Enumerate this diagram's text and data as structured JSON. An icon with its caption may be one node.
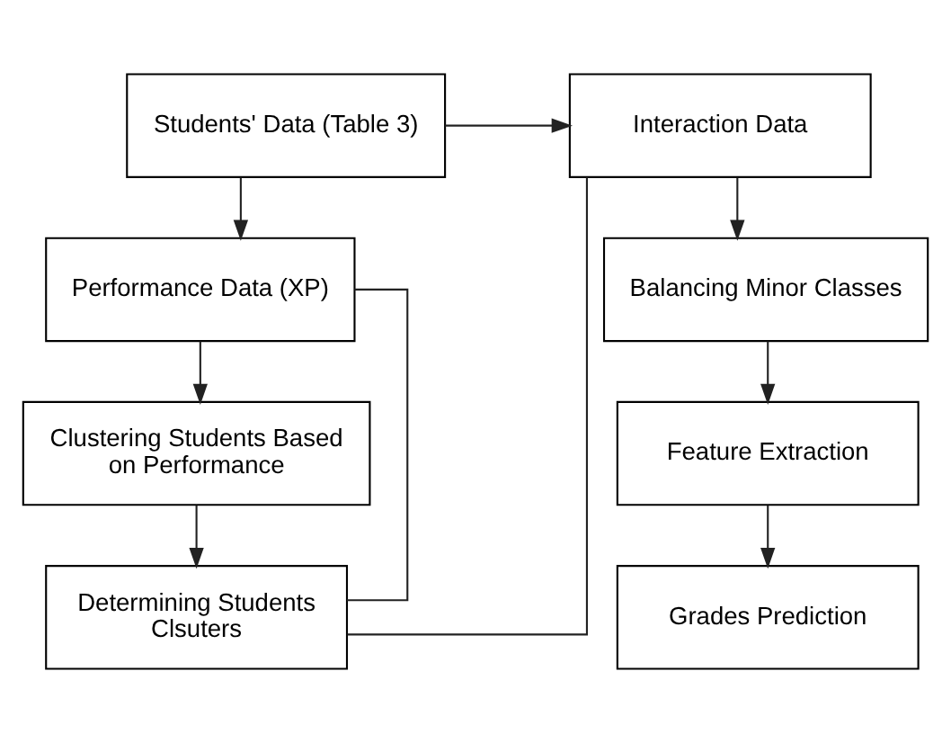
{
  "diagram": {
    "nodes": [
      {
        "text": [
          "Interaction Data"
        ]
      },
      {
        "text": [
          "Students' Data (Table 3)"
        ]
      },
      {
        "text": [
          "Balancing Minor Classes"
        ]
      },
      {
        "text": [
          "Performance Data (XP)"
        ]
      },
      {
        "text": [
          "Feature Extraction"
        ]
      },
      {
        "text": [
          "Grades Prediction"
        ]
      },
      {
        "text": [
          "Clustering Students Based on Performance"
        ]
      },
      {
        "text": [
          "Determining Students Clsuters"
        ]
      }
    ],
    "edges": [
      {
        "from": 1,
        "to": 0,
        "arrow": "to"
      },
      {
        "from": 0,
        "to": 2,
        "arrow": "to"
      },
      {
        "from": 1,
        "to": 3,
        "arrow": "to"
      },
      {
        "from": 2,
        "to": 4,
        "arrow": "to"
      },
      {
        "from": 4,
        "to": 5,
        "arrow": "to"
      },
      {
        "from": 3,
        "to": 6,
        "arrow": "to"
      },
      {
        "from": 6,
        "to": 7,
        "arrow": "to"
      },
      {
        "from": 0,
        "to": 7,
        "arrow": "none"
      },
      {
        "from": 3,
        "to": 7,
        "arrow": "none"
      }
    ]
  }
}
